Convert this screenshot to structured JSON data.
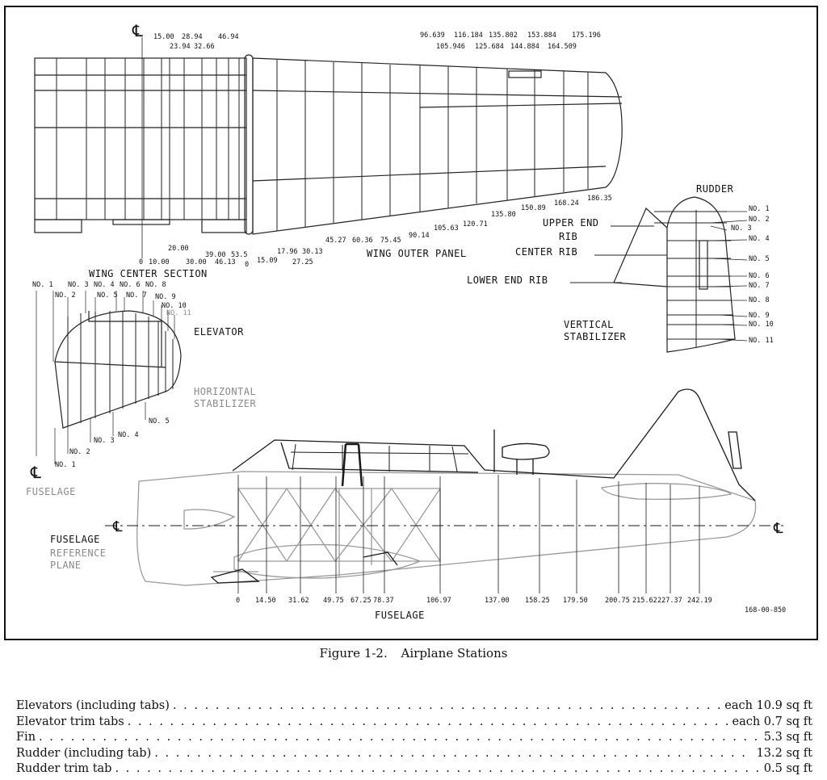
{
  "wing": {
    "cl": "℄",
    "center_top": [
      "15.00",
      "28.94",
      "46.94"
    ],
    "center_top2": [
      "23.94",
      "32.66"
    ],
    "center_bottom": [
      "20.00",
      "0",
      "10.00",
      "30.00",
      "39.00",
      "46.13",
      "53.5",
      "0"
    ],
    "outer_top": [
      "96.639",
      "116.184",
      "135.802",
      "153.884",
      "175.196"
    ],
    "outer_top2": [
      "105.946",
      "125.684",
      "144.884",
      "164.509"
    ],
    "outer_bottom": [
      "15.09",
      "17.96",
      "27.25",
      "30.13",
      "45.27",
      "60.36",
      "75.45",
      "90.14",
      "105.63",
      "120.71",
      "135.80",
      "150.89",
      "168.24",
      "186.35"
    ],
    "center_label": "WING CENTER SECTION",
    "outer_label": "WING OUTER PANEL"
  },
  "vertical": {
    "rudder": "RUDDER",
    "upper_end": "UPPER END",
    "rib": "RIB",
    "center_rib": "CENTER RIB",
    "lower_end": "LOWER END RIB",
    "stab": "VERTICAL",
    "stab2": "STABILIZER",
    "nums": [
      "NO. 1",
      "NO. 2",
      "NO. 3",
      "NO. 4",
      "NO. 5",
      "NO. 6",
      "NO. 7",
      "NO. 8",
      "NO. 9",
      "NO. 10",
      "NO. 11"
    ]
  },
  "horizontal": {
    "elevator": "ELEVATOR",
    "stab": "HORIZONTAL",
    "stab2": "STABILIZER",
    "top_nums": [
      "NO. 1",
      "NO. 2",
      "NO. 3",
      "NO. 4",
      "NO. 5",
      "NO. 6",
      "NO. 7",
      "NO. 8",
      "NO. 9",
      "NO. 10",
      "NO. 11"
    ],
    "bottom_nums": [
      "NO. 1",
      "NO. 2",
      "NO. 3",
      "NO. 4",
      "NO. 5"
    ]
  },
  "fuselage": {
    "cl_label": "FUSELAGE",
    "ref1": "FUSELAGE",
    "ref2": "REFERENCE",
    "ref3": "PLANE",
    "stations": [
      "0",
      "14.50",
      "31.62",
      "49.75",
      "67.25",
      "78.37",
      "106.97",
      "137.00",
      "158.25",
      "179.50",
      "200.75",
      "215.62",
      "227.37",
      "242.19"
    ],
    "label": "FUSELAGE",
    "drawing_no": "168-00-850"
  },
  "caption": {
    "number": "Figure 1-2.",
    "title": "Airplane Stations"
  },
  "areas": [
    {
      "name": "Elevators (including tabs)",
      "value": "each 10.9 sq ft"
    },
    {
      "name": "Elevator trim tabs",
      "value": "each 0.7 sq ft"
    },
    {
      "name": "Fin",
      "value": "5.3 sq ft"
    },
    {
      "name": "Rudder (including tab)",
      "value": "13.2 sq ft"
    },
    {
      "name": "Rudder trim tab",
      "value": "0.5 sq ft"
    }
  ]
}
